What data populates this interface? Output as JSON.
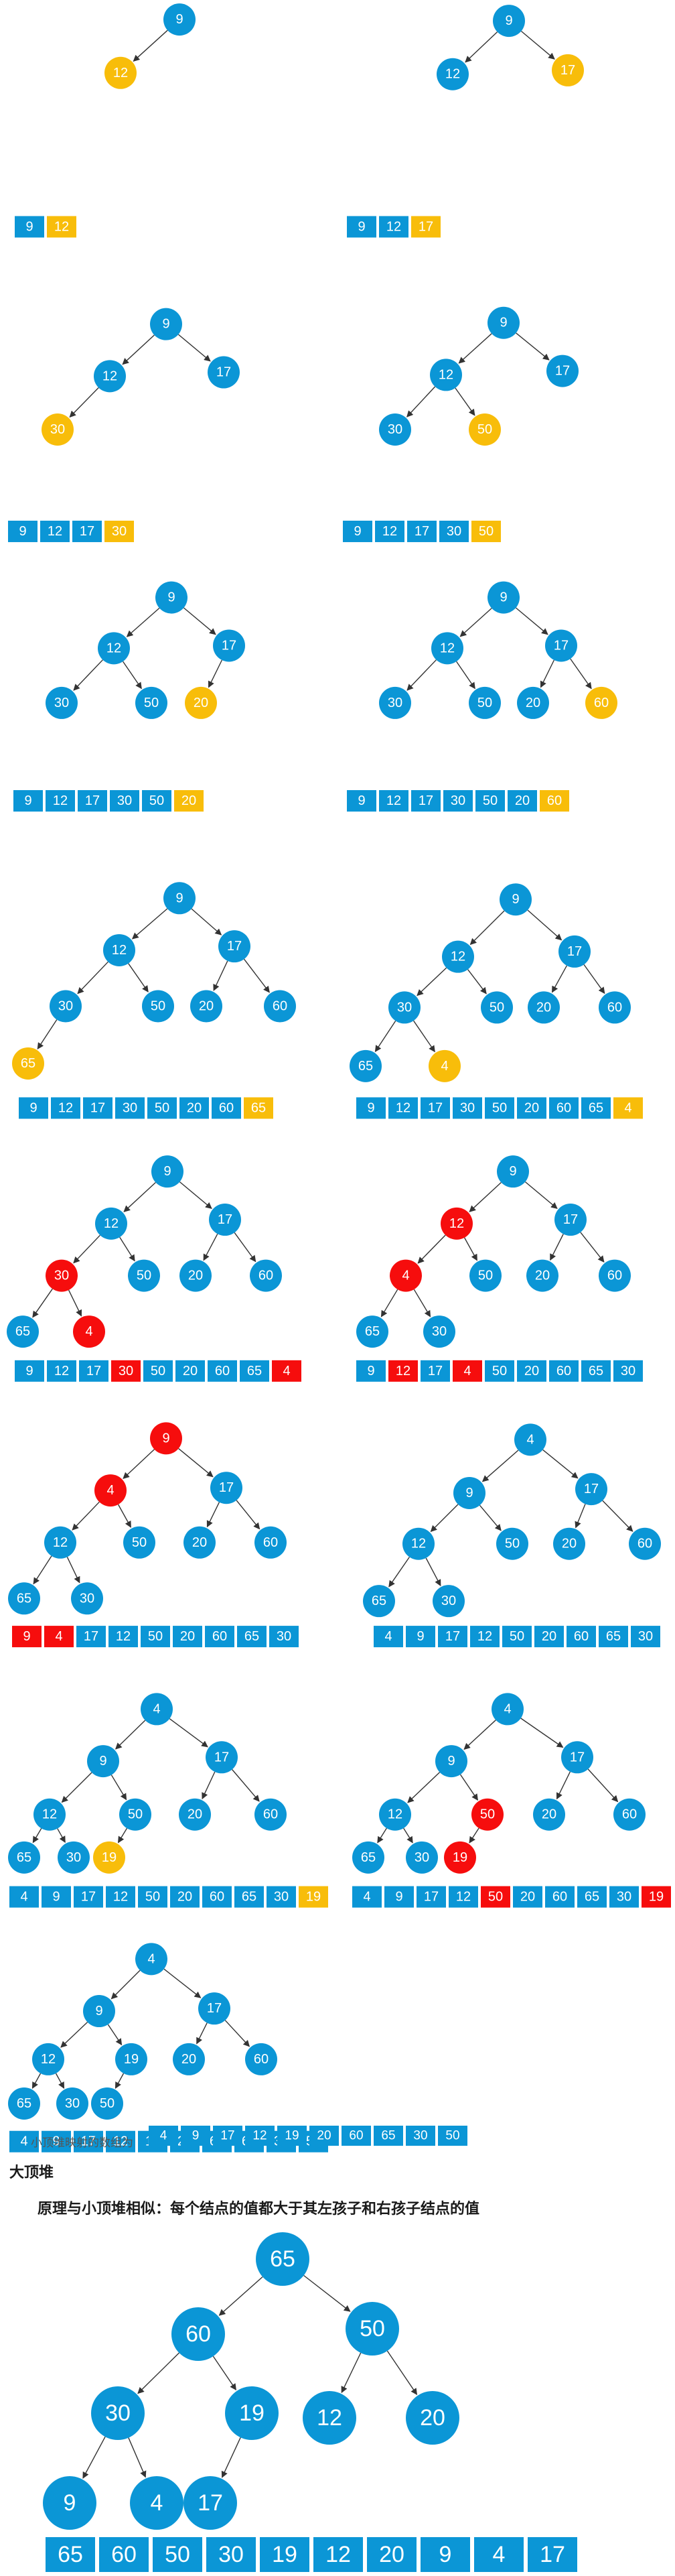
{
  "colors": {
    "node": "#0b96d6",
    "new": "#f8bd0a",
    "swap": "#f60d0d",
    "edge": "#333333",
    "text": "#ffffff"
  },
  "panels": [
    {
      "nodes": [
        {
          "v": "9",
          "c": "b"
        },
        {
          "v": "12",
          "c": "y"
        }
      ],
      "array": [
        {
          "v": "9",
          "c": "b"
        },
        {
          "v": "12",
          "c": "y"
        }
      ]
    },
    {
      "nodes": [
        {
          "v": "9",
          "c": "b"
        },
        {
          "v": "12",
          "c": "b"
        },
        {
          "v": "17",
          "c": "y"
        }
      ],
      "array": [
        {
          "v": "9",
          "c": "b"
        },
        {
          "v": "12",
          "c": "b"
        },
        {
          "v": "17",
          "c": "y"
        }
      ]
    },
    {
      "nodes": [
        {
          "v": "9",
          "c": "b"
        },
        {
          "v": "12",
          "c": "b"
        },
        {
          "v": "17",
          "c": "b"
        },
        {
          "v": "30",
          "c": "y"
        }
      ],
      "array": [
        {
          "v": "9",
          "c": "b"
        },
        {
          "v": "12",
          "c": "b"
        },
        {
          "v": "17",
          "c": "b"
        },
        {
          "v": "30",
          "c": "y"
        }
      ]
    },
    {
      "nodes": [
        {
          "v": "9",
          "c": "b"
        },
        {
          "v": "12",
          "c": "b"
        },
        {
          "v": "17",
          "c": "b"
        },
        {
          "v": "30",
          "c": "b"
        },
        {
          "v": "50",
          "c": "y"
        }
      ],
      "array": [
        {
          "v": "9",
          "c": "b"
        },
        {
          "v": "12",
          "c": "b"
        },
        {
          "v": "17",
          "c": "b"
        },
        {
          "v": "30",
          "c": "b"
        },
        {
          "v": "50",
          "c": "y"
        }
      ]
    },
    {
      "nodes": [
        {
          "v": "9",
          "c": "b"
        },
        {
          "v": "12",
          "c": "b"
        },
        {
          "v": "17",
          "c": "b"
        },
        {
          "v": "30",
          "c": "b"
        },
        {
          "v": "50",
          "c": "b"
        },
        {
          "v": "20",
          "c": "y"
        }
      ],
      "array": [
        {
          "v": "9",
          "c": "b"
        },
        {
          "v": "12",
          "c": "b"
        },
        {
          "v": "17",
          "c": "b"
        },
        {
          "v": "30",
          "c": "b"
        },
        {
          "v": "50",
          "c": "b"
        },
        {
          "v": "20",
          "c": "y"
        }
      ]
    },
    {
      "nodes": [
        {
          "v": "9",
          "c": "b"
        },
        {
          "v": "12",
          "c": "b"
        },
        {
          "v": "17",
          "c": "b"
        },
        {
          "v": "30",
          "c": "b"
        },
        {
          "v": "50",
          "c": "b"
        },
        {
          "v": "20",
          "c": "b"
        },
        {
          "v": "60",
          "c": "y"
        }
      ],
      "array": [
        {
          "v": "9",
          "c": "b"
        },
        {
          "v": "12",
          "c": "b"
        },
        {
          "v": "17",
          "c": "b"
        },
        {
          "v": "30",
          "c": "b"
        },
        {
          "v": "50",
          "c": "b"
        },
        {
          "v": "20",
          "c": "b"
        },
        {
          "v": "60",
          "c": "y"
        }
      ]
    },
    {
      "nodes": [
        {
          "v": "9",
          "c": "b"
        },
        {
          "v": "12",
          "c": "b"
        },
        {
          "v": "17",
          "c": "b"
        },
        {
          "v": "30",
          "c": "b"
        },
        {
          "v": "50",
          "c": "b"
        },
        {
          "v": "20",
          "c": "b"
        },
        {
          "v": "60",
          "c": "b"
        },
        {
          "v": "65",
          "c": "y"
        }
      ],
      "array": [
        {
          "v": "9",
          "c": "b"
        },
        {
          "v": "12",
          "c": "b"
        },
        {
          "v": "17",
          "c": "b"
        },
        {
          "v": "30",
          "c": "b"
        },
        {
          "v": "50",
          "c": "b"
        },
        {
          "v": "20",
          "c": "b"
        },
        {
          "v": "60",
          "c": "b"
        },
        {
          "v": "65",
          "c": "y"
        }
      ]
    },
    {
      "nodes": [
        {
          "v": "9",
          "c": "b"
        },
        {
          "v": "12",
          "c": "b"
        },
        {
          "v": "17",
          "c": "b"
        },
        {
          "v": "30",
          "c": "b"
        },
        {
          "v": "50",
          "c": "b"
        },
        {
          "v": "20",
          "c": "b"
        },
        {
          "v": "60",
          "c": "b"
        },
        {
          "v": "65",
          "c": "b"
        },
        {
          "v": "4",
          "c": "y"
        }
      ],
      "array": [
        {
          "v": "9",
          "c": "b"
        },
        {
          "v": "12",
          "c": "b"
        },
        {
          "v": "17",
          "c": "b"
        },
        {
          "v": "30",
          "c": "b"
        },
        {
          "v": "50",
          "c": "b"
        },
        {
          "v": "20",
          "c": "b"
        },
        {
          "v": "60",
          "c": "b"
        },
        {
          "v": "65",
          "c": "b"
        },
        {
          "v": "4",
          "c": "y"
        }
      ]
    },
    {
      "nodes": [
        {
          "v": "9",
          "c": "b"
        },
        {
          "v": "12",
          "c": "b"
        },
        {
          "v": "17",
          "c": "b"
        },
        {
          "v": "30",
          "c": "r"
        },
        {
          "v": "50",
          "c": "b"
        },
        {
          "v": "20",
          "c": "b"
        },
        {
          "v": "60",
          "c": "b"
        },
        {
          "v": "65",
          "c": "b"
        },
        {
          "v": "4",
          "c": "r"
        }
      ],
      "array": [
        {
          "v": "9",
          "c": "b"
        },
        {
          "v": "12",
          "c": "b"
        },
        {
          "v": "17",
          "c": "b"
        },
        {
          "v": "30",
          "c": "r"
        },
        {
          "v": "50",
          "c": "b"
        },
        {
          "v": "20",
          "c": "b"
        },
        {
          "v": "60",
          "c": "b"
        },
        {
          "v": "65",
          "c": "b"
        },
        {
          "v": "4",
          "c": "r"
        }
      ]
    },
    {
      "nodes": [
        {
          "v": "9",
          "c": "b"
        },
        {
          "v": "12",
          "c": "r"
        },
        {
          "v": "17",
          "c": "b"
        },
        {
          "v": "4",
          "c": "r"
        },
        {
          "v": "50",
          "c": "b"
        },
        {
          "v": "20",
          "c": "b"
        },
        {
          "v": "60",
          "c": "b"
        },
        {
          "v": "65",
          "c": "b"
        },
        {
          "v": "30",
          "c": "b"
        }
      ],
      "array": [
        {
          "v": "9",
          "c": "b"
        },
        {
          "v": "12",
          "c": "r"
        },
        {
          "v": "17",
          "c": "b"
        },
        {
          "v": "4",
          "c": "r"
        },
        {
          "v": "50",
          "c": "b"
        },
        {
          "v": "20",
          "c": "b"
        },
        {
          "v": "60",
          "c": "b"
        },
        {
          "v": "65",
          "c": "b"
        },
        {
          "v": "30",
          "c": "b"
        }
      ]
    },
    {
      "nodes": [
        {
          "v": "9",
          "c": "r"
        },
        {
          "v": "4",
          "c": "r"
        },
        {
          "v": "17",
          "c": "b"
        },
        {
          "v": "12",
          "c": "b"
        },
        {
          "v": "50",
          "c": "b"
        },
        {
          "v": "20",
          "c": "b"
        },
        {
          "v": "60",
          "c": "b"
        },
        {
          "v": "65",
          "c": "b"
        },
        {
          "v": "30",
          "c": "b"
        }
      ],
      "array": [
        {
          "v": "9",
          "c": "r"
        },
        {
          "v": "4",
          "c": "r"
        },
        {
          "v": "17",
          "c": "b"
        },
        {
          "v": "12",
          "c": "b"
        },
        {
          "v": "50",
          "c": "b"
        },
        {
          "v": "20",
          "c": "b"
        },
        {
          "v": "60",
          "c": "b"
        },
        {
          "v": "65",
          "c": "b"
        },
        {
          "v": "30",
          "c": "b"
        }
      ]
    },
    {
      "nodes": [
        {
          "v": "4",
          "c": "b"
        },
        {
          "v": "9",
          "c": "b"
        },
        {
          "v": "17",
          "c": "b"
        },
        {
          "v": "12",
          "c": "b"
        },
        {
          "v": "50",
          "c": "b"
        },
        {
          "v": "20",
          "c": "b"
        },
        {
          "v": "60",
          "c": "b"
        },
        {
          "v": "65",
          "c": "b"
        },
        {
          "v": "30",
          "c": "b"
        }
      ],
      "array": [
        {
          "v": "4",
          "c": "b"
        },
        {
          "v": "9",
          "c": "b"
        },
        {
          "v": "17",
          "c": "b"
        },
        {
          "v": "12",
          "c": "b"
        },
        {
          "v": "50",
          "c": "b"
        },
        {
          "v": "20",
          "c": "b"
        },
        {
          "v": "60",
          "c": "b"
        },
        {
          "v": "65",
          "c": "b"
        },
        {
          "v": "30",
          "c": "b"
        }
      ]
    },
    {
      "nodes": [
        {
          "v": "4",
          "c": "b"
        },
        {
          "v": "9",
          "c": "b"
        },
        {
          "v": "17",
          "c": "b"
        },
        {
          "v": "12",
          "c": "b"
        },
        {
          "v": "50",
          "c": "b"
        },
        {
          "v": "20",
          "c": "b"
        },
        {
          "v": "60",
          "c": "b"
        },
        {
          "v": "65",
          "c": "b"
        },
        {
          "v": "30",
          "c": "b"
        },
        {
          "v": "19",
          "c": "y"
        }
      ],
      "array": [
        {
          "v": "4",
          "c": "b"
        },
        {
          "v": "9",
          "c": "b"
        },
        {
          "v": "17",
          "c": "b"
        },
        {
          "v": "12",
          "c": "b"
        },
        {
          "v": "50",
          "c": "b"
        },
        {
          "v": "20",
          "c": "b"
        },
        {
          "v": "60",
          "c": "b"
        },
        {
          "v": "65",
          "c": "b"
        },
        {
          "v": "30",
          "c": "b"
        },
        {
          "v": "19",
          "c": "y"
        }
      ]
    },
    {
      "nodes": [
        {
          "v": "4",
          "c": "b"
        },
        {
          "v": "9",
          "c": "b"
        },
        {
          "v": "17",
          "c": "b"
        },
        {
          "v": "12",
          "c": "b"
        },
        {
          "v": "50",
          "c": "r"
        },
        {
          "v": "20",
          "c": "b"
        },
        {
          "v": "60",
          "c": "b"
        },
        {
          "v": "65",
          "c": "b"
        },
        {
          "v": "30",
          "c": "b"
        },
        {
          "v": "19",
          "c": "r"
        }
      ],
      "array": [
        {
          "v": "4",
          "c": "b"
        },
        {
          "v": "9",
          "c": "b"
        },
        {
          "v": "17",
          "c": "b"
        },
        {
          "v": "12",
          "c": "b"
        },
        {
          "v": "50",
          "c": "r"
        },
        {
          "v": "20",
          "c": "b"
        },
        {
          "v": "60",
          "c": "b"
        },
        {
          "v": "65",
          "c": "b"
        },
        {
          "v": "30",
          "c": "b"
        },
        {
          "v": "19",
          "c": "r"
        }
      ]
    },
    {
      "nodes": [
        {
          "v": "4",
          "c": "b"
        },
        {
          "v": "9",
          "c": "b"
        },
        {
          "v": "17",
          "c": "b"
        },
        {
          "v": "12",
          "c": "b"
        },
        {
          "v": "19",
          "c": "b"
        },
        {
          "v": "20",
          "c": "b"
        },
        {
          "v": "60",
          "c": "b"
        },
        {
          "v": "65",
          "c": "b"
        },
        {
          "v": "30",
          "c": "b"
        },
        {
          "v": "50",
          "c": "b"
        }
      ],
      "array": [
        {
          "v": "4",
          "c": "b"
        },
        {
          "v": "9",
          "c": "b"
        },
        {
          "v": "17",
          "c": "b"
        },
        {
          "v": "12",
          "c": "b"
        },
        {
          "v": "19",
          "c": "b"
        },
        {
          "v": "20",
          "c": "b"
        },
        {
          "v": "60",
          "c": "b"
        },
        {
          "v": "65",
          "c": "b"
        },
        {
          "v": "30",
          "c": "b"
        },
        {
          "v": "50",
          "c": "b"
        }
      ]
    }
  ],
  "final_caption": "小顶堆映射的数组为",
  "final_array": [
    "4",
    "9",
    "17",
    "12",
    "19",
    "20",
    "60",
    "65",
    "30",
    "50"
  ],
  "max_heap_heading": "大顶堆",
  "max_heap_description": "原理与小顶堆相似：每个结点的值都大于其左孩子和右孩子结点的值",
  "max_heap": {
    "nodes": [
      "65",
      "60",
      "50",
      "30",
      "19",
      "12",
      "20",
      "9",
      "4",
      "17"
    ],
    "array": [
      "65",
      "60",
      "50",
      "30",
      "19",
      "12",
      "20",
      "9",
      "4",
      "17"
    ]
  }
}
